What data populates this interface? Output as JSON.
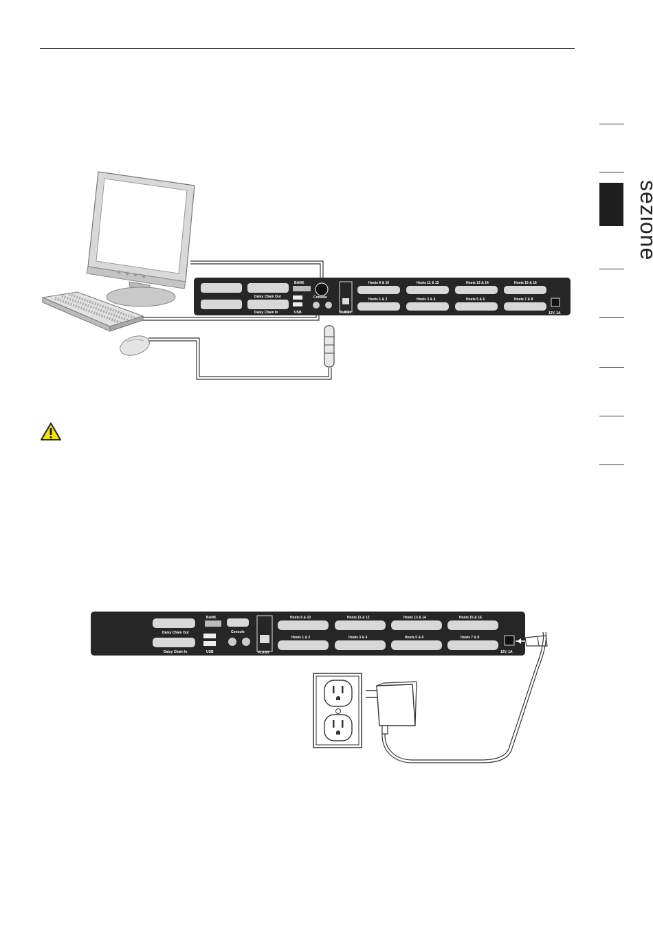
{
  "sidebar": {
    "section_label": "sezione",
    "tick_rows": 7
  },
  "kvm_panel": {
    "daisy_chain_out": "Daisy Chain Out",
    "daisy_chain_in": "Daisy Chain In",
    "bank": "BANK",
    "console": "Console",
    "usb": "USB",
    "flash": "FLASH",
    "power_top": "12V, 1A",
    "power_bottom": "12V, 1A",
    "host_ports_top": [
      "Hosts 9 & 10",
      "Hosts 11 & 12",
      "Hosts 13 & 14",
      "Hosts 15 & 16"
    ],
    "host_ports_bottom": [
      "Hosts 1 & 2",
      "Hosts 3 & 4",
      "Hosts 5 & 6",
      "Hosts 7 & 8"
    ]
  },
  "colors": {
    "panel": "#262626",
    "line": "#333333",
    "warning": "#f2e600"
  },
  "icons": {
    "warning": "warning-triangle-icon"
  }
}
